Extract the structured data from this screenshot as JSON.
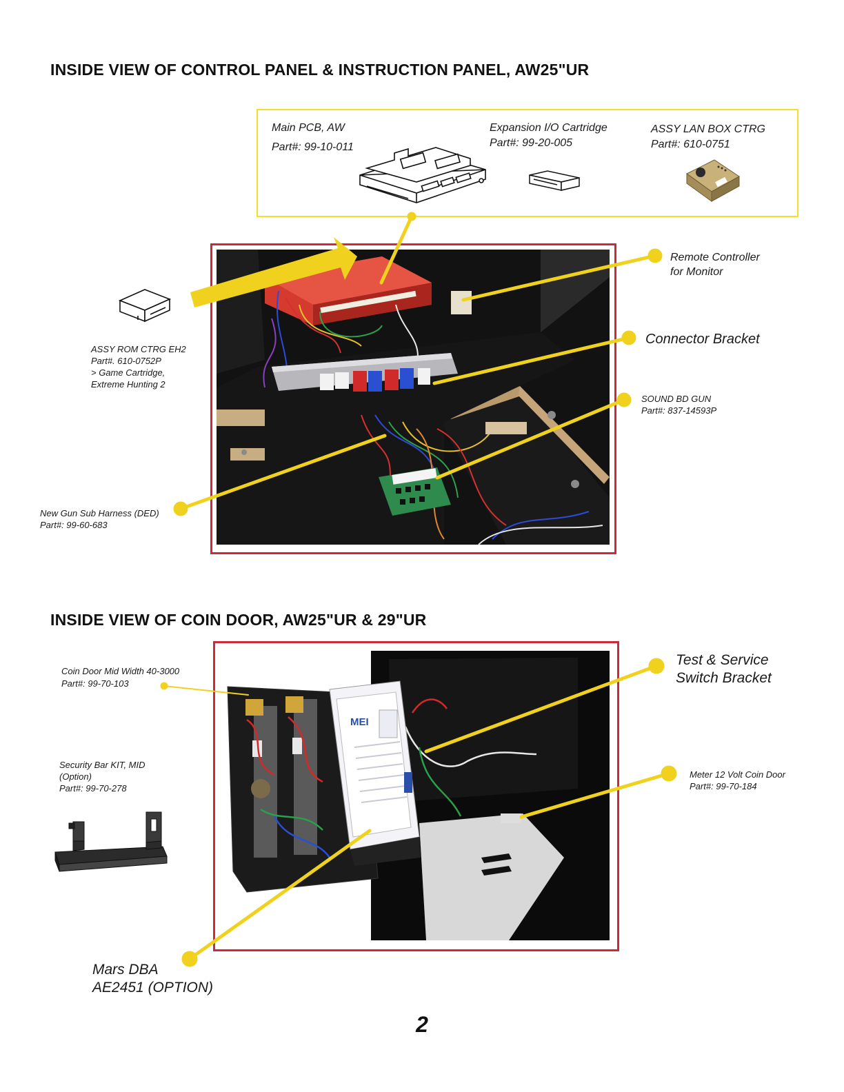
{
  "section1": {
    "heading": "INSIDE VIEW OF CONTROL PANEL & INSTRUCTION PANEL, AW25\"UR",
    "legend": {
      "main_pcb": {
        "name": "Main PCB, AW",
        "part": "Part#: 99-10-011"
      },
      "expansion": {
        "name": "Expansion I/O Cartridge",
        "part": "Part#: 99-20-005"
      },
      "lan_box": {
        "name": "ASSY LAN BOX CTRG",
        "part": "Part#: 610-0751"
      }
    },
    "rom": {
      "line1": "ASSY ROM CTRG EH2",
      "line2": "Part#. 610-0752P",
      "line3": "> Game Cartridge,",
      "line4": "Extreme Hunting 2"
    },
    "remote": {
      "line1": "Remote Controller",
      "line2": "for Monitor"
    },
    "connector": "Connector Bracket",
    "sound": {
      "line1": "SOUND BD GUN",
      "line2": "Part#: 837-14593P"
    },
    "harness": {
      "line1": "New Gun Sub Harness (DED)",
      "line2": "Part#: 99-60-683"
    }
  },
  "section2": {
    "heading": "INSIDE VIEW OF COIN DOOR, AW25\"UR & 29\"UR",
    "coin_door": {
      "line1": "Coin Door Mid Width 40-3000",
      "line2": "Part#: 99-70-103"
    },
    "security": {
      "line1": "Security Bar KIT, MID",
      "line2": "(Option)",
      "line3": "Part#: 99-70-278"
    },
    "test": {
      "line1": "Test & Service",
      "line2": "Switch Bracket"
    },
    "meter": {
      "line1": "Meter 12 Volt Coin Door",
      "line2": "Part#: 99-70-184"
    },
    "mars": {
      "line1": "Mars DBA",
      "line2": "AE2451 (OPTION)"
    },
    "mei_logo": "MEI"
  },
  "page_number": "2",
  "colors": {
    "frame": "#d0283b",
    "callout_line": "#f0d21e",
    "legend_border": "#f2df2a"
  }
}
